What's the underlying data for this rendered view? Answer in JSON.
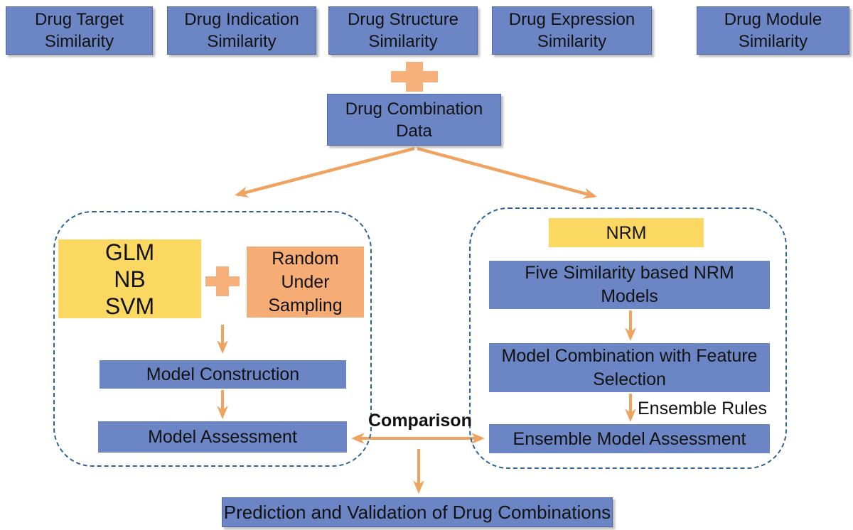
{
  "colors": {
    "blue": "#6B85C5",
    "yellow": "#FBD862",
    "orange": "#F5AC75",
    "arrow": "#F0A25F",
    "plus": "#F7B07A",
    "dash_border": "#2E6295",
    "text": "#121212"
  },
  "top_row": {
    "boxes": [
      {
        "label": "Drug Target\nSimilarity"
      },
      {
        "label": "Drug Indication\nSimilarity"
      },
      {
        "label": "Drug Structure\nSimilarity"
      },
      {
        "label": "Drug Expression\nSimilarity"
      },
      {
        "label": "Drug Module\nSimilarity"
      }
    ]
  },
  "combination": {
    "label": "Drug Combination\nData"
  },
  "left_panel": {
    "models_label": "GLM\nNB\nSVM",
    "sampling_label": "Random\nUnder\nSampling",
    "construction_label": "Model Construction",
    "assessment_label": "Model Assessment"
  },
  "right_panel": {
    "nrm_label": "NRM",
    "five_models_label": "Five Similarity based NRM\nModels",
    "model_combination_label": "Model Combination with Feature\nSelection",
    "ensemble_rules_label": "Ensemble Rules",
    "ensemble_assessment_label": "Ensemble Model Assessment"
  },
  "comparison_label": "Comparison",
  "bottom": {
    "label": "Prediction and Validation of Drug Combinations"
  }
}
